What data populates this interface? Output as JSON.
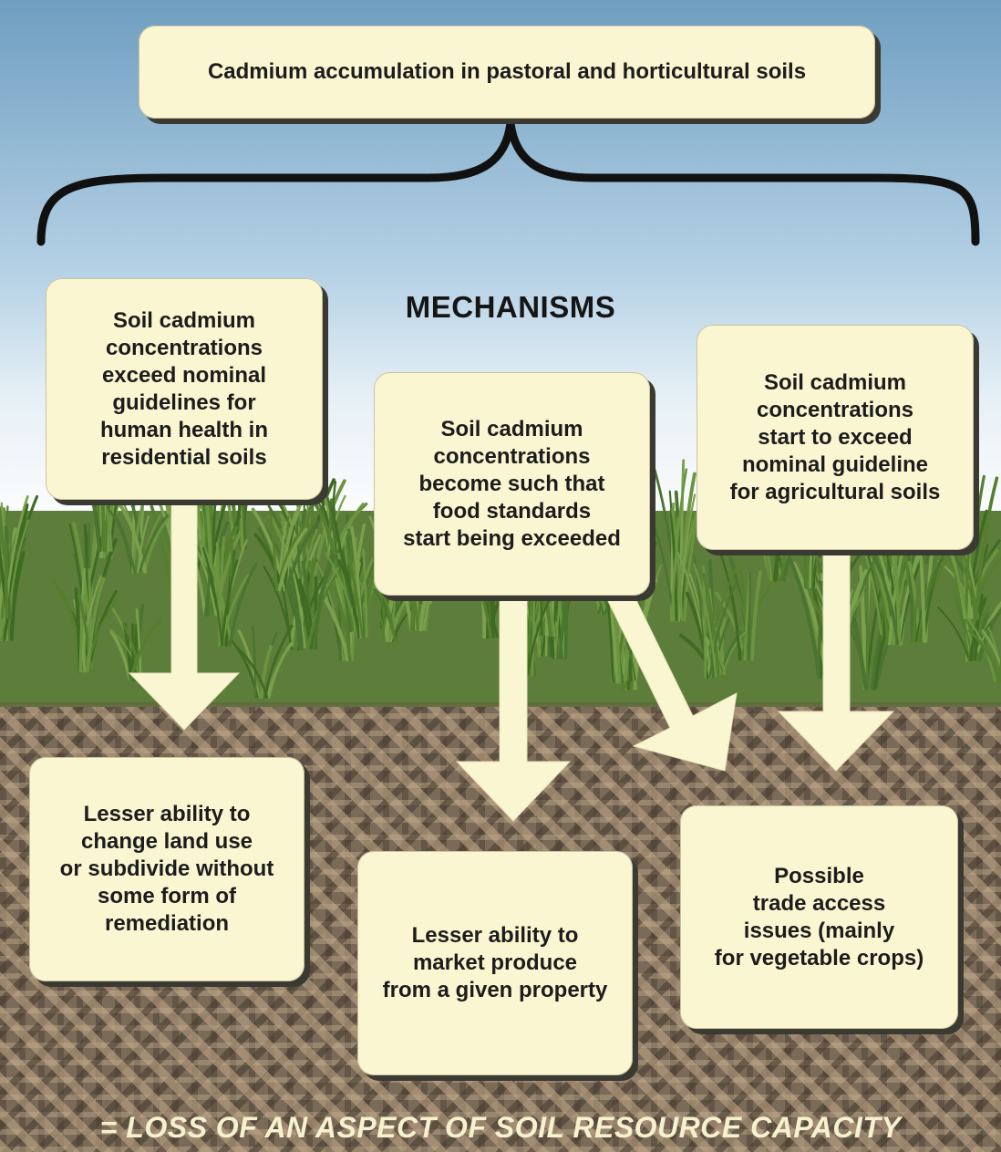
{
  "title": "Cadmium accumulation in pastoral and horticultural soils",
  "heading": "MECHANISMS",
  "mechanisms": [
    "Soil cadmium\nconcentrations\nexceed nominal\nguidelines for\nhuman health in\nresidential soils",
    "Soil cadmium\nconcentrations\nbecome such that\nfood standards\nstart being exceeded",
    "Soil cadmium\nconcentrations\nstart to exceed\nnominal guideline\nfor agricultural soils"
  ],
  "outcomes": [
    "Lesser ability to\nchange land use\nor subdivide without\nsome form of\nremediation",
    "Lesser ability to\nmarket produce\nfrom a given property",
    "Possible\ntrade access\nissues (mainly\nfor vegetable crops)"
  ],
  "footer": "= LOSS OF AN ASPECT OF SOIL RESOURCE CAPACITY",
  "colors": {
    "box_fill": "#fbf6d2",
    "arrow_fill": "#fbf6d2",
    "brace": "#111111",
    "grass": "#4f7a2c",
    "soil": "#7a6a58"
  }
}
